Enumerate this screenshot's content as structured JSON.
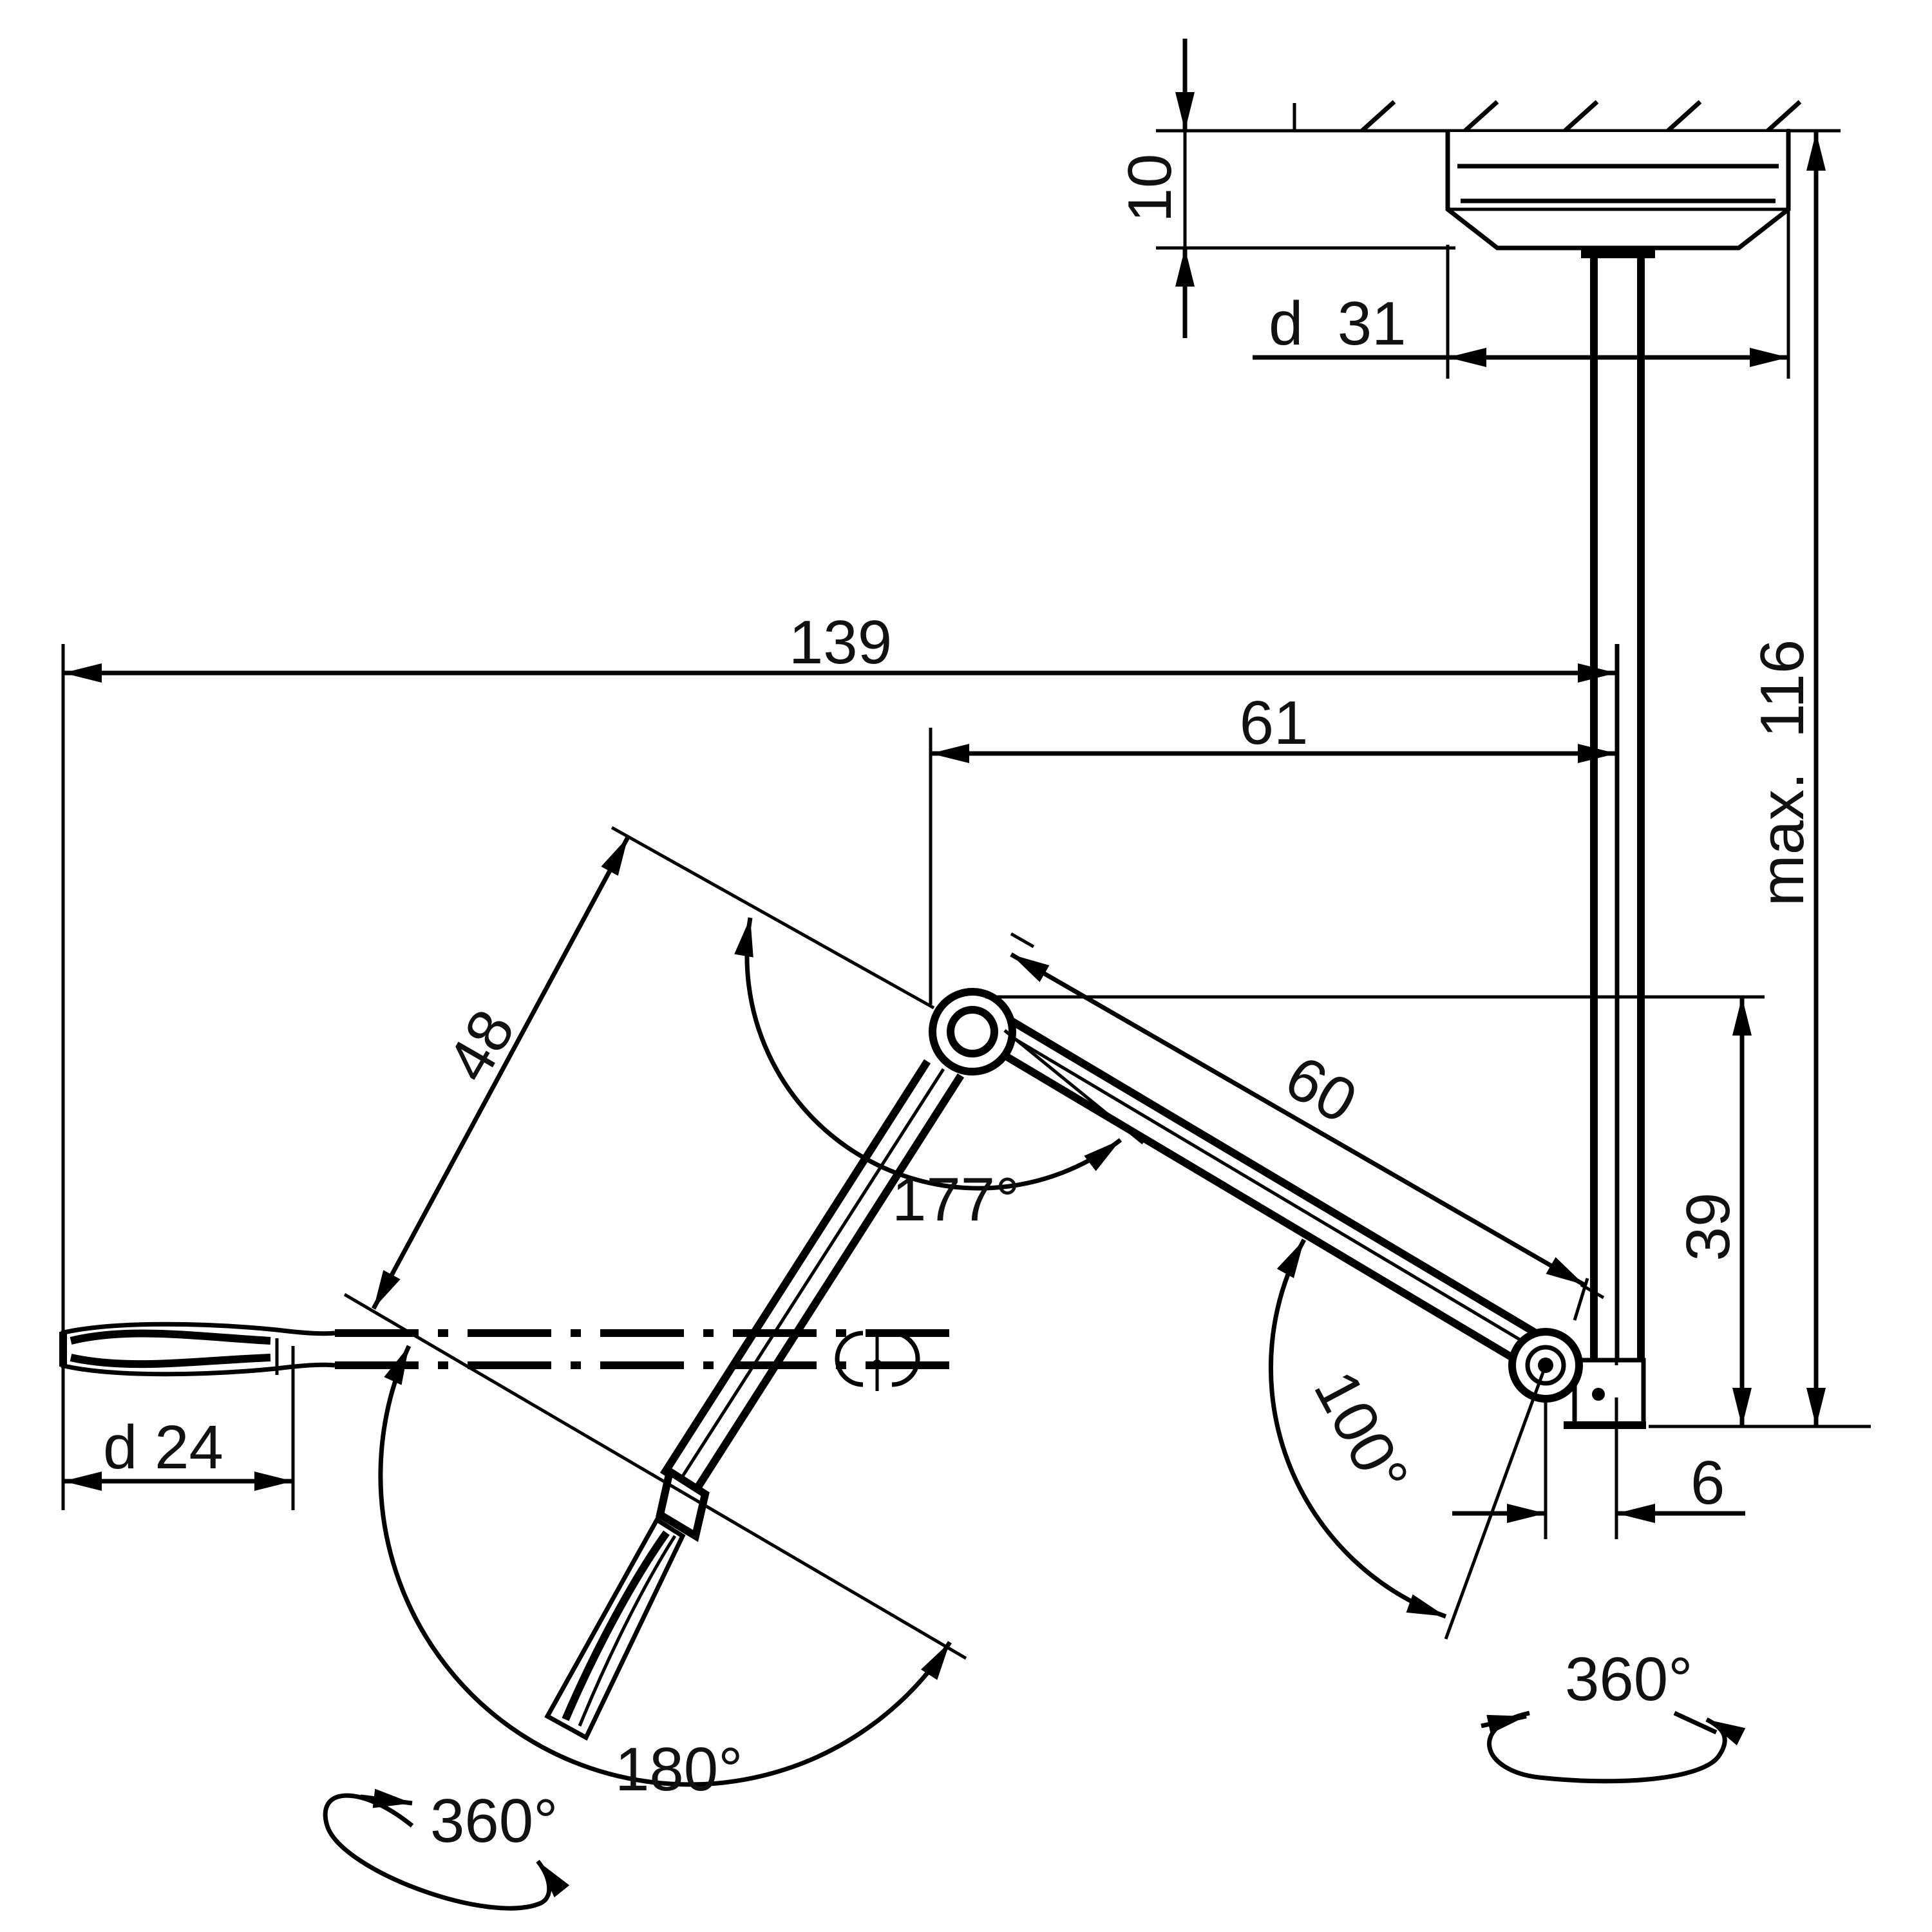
{
  "drawing": {
    "dimensions": {
      "ceiling_plate_height": "10",
      "ceiling_plate_diameter": "d  31",
      "overall_reach": "139",
      "reach_to_elbow": "61",
      "upper_arm_length": "60",
      "forearm_length": "48",
      "elbow_height": "39",
      "total_height": "max.  116",
      "pivot_offset": "6",
      "head_diameter": "d 24"
    },
    "angles": {
      "elbow": "177°",
      "shoulder": "100°",
      "head_tilt": "180°",
      "head_rotation": "360°",
      "base_rotation": "360°"
    }
  }
}
